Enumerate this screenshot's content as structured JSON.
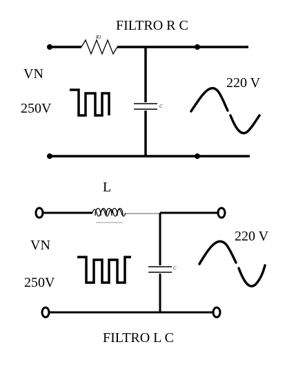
{
  "rc_filter": {
    "title": "FILTRO R C",
    "input_label": "VN",
    "input_voltage": "250V",
    "output_voltage": "220 V",
    "resistor_label": "R1",
    "capacitor_label": "C"
  },
  "lc_filter": {
    "title": "FILTRO L C",
    "inductor_label": "L",
    "input_label": "VN",
    "input_voltage": "250V",
    "output_voltage": "220 V",
    "capacitor_label": "C"
  }
}
